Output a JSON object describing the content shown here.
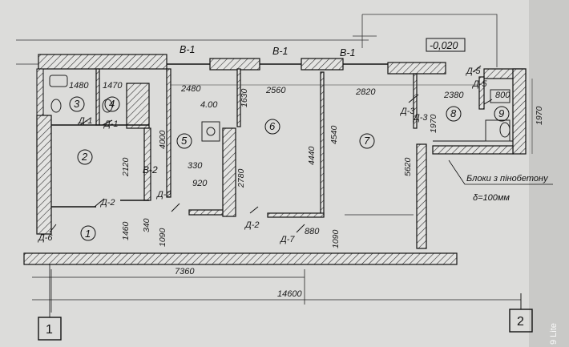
{
  "plan": {
    "sections": [
      "В-1",
      "В-1",
      "В-1"
    ],
    "level_mark": "-0,020",
    "rooms": [
      "1",
      "2",
      "3",
      "4",
      "5",
      "6",
      "7",
      "8",
      "9"
    ],
    "doors": [
      "Д-1",
      "Д-1",
      "Д-2",
      "Д-2",
      "Д-2",
      "Д-6",
      "Д-7",
      "Д-3",
      "Д-3",
      "Д-5",
      "Д-5"
    ],
    "partition_label": "В-2",
    "dims_top": [
      "2480",
      "2560",
      "2820",
      "2380"
    ],
    "dims_small": [
      "1480",
      "1470",
      "4.00",
      "1630",
      "1970",
      "1970",
      "800"
    ],
    "dims_vertical": [
      "4000",
      "2120",
      "1460",
      "340",
      "1090",
      "4440",
      "4540",
      "5620",
      "2780",
      "1090"
    ],
    "dims_misc": [
      "330",
      "920",
      "880"
    ],
    "dims_bottom": [
      "7360",
      "14600"
    ],
    "note_line1": "Блоки з пінобетону",
    "note_line2": "δ=100мм",
    "axes": [
      "1",
      "2"
    ],
    "watermark": "9 Lite"
  }
}
